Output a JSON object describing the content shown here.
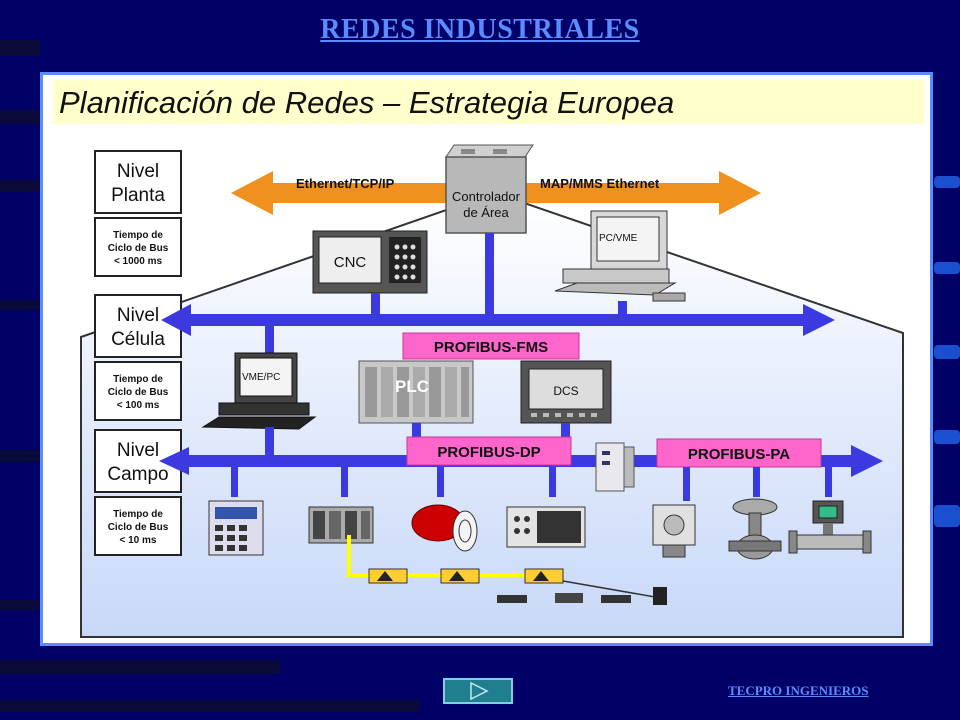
{
  "slide": {
    "title": "REDES INDUSTRIALES",
    "footer": "TECPRO INGENIEROS"
  },
  "diagram": {
    "header": "Planificación de Redes – Estrategia Europea",
    "levels": [
      {
        "name_line1": "Nivel",
        "name_line2": "Planta",
        "cycle_line1": "Tiempo de",
        "cycle_line2": "Ciclo de Bus",
        "cycle_line3": "< 1000 ms"
      },
      {
        "name_line1": "Nivel",
        "name_line2": "Célula",
        "cycle_line1": "Tiempo de",
        "cycle_line2": "Ciclo de Bus",
        "cycle_line3": "< 100 ms"
      },
      {
        "name_line1": "Nivel",
        "name_line2": "Campo",
        "cycle_line1": "Tiempo de",
        "cycle_line2": "Ciclo de Bus",
        "cycle_line3": "< 10 ms"
      }
    ],
    "plant_bus_left": "Ethernet/TCP/IP",
    "plant_bus_right": "MAP/MMS  Ethernet",
    "area_controller_line1": "Controlador",
    "area_controller_line2": "de Área",
    "devices": {
      "cnc": "CNC",
      "pc_vme": "PC/VME",
      "vme_pc": "VME/PC",
      "plc": "PLC",
      "dcs": "DCS"
    },
    "buses": {
      "fms": "PROFIBUS-FMS",
      "dp": "PROFIBUS-DP",
      "pa": "PROFIBUS-PA"
    },
    "colors": {
      "plant_arrow": "#f0901e",
      "cell_bus": "#3a3ae0",
      "bus_label_bg": "#ff66cc",
      "header_bg": "#ffffcc",
      "sensor_line": "#ffff00"
    }
  }
}
